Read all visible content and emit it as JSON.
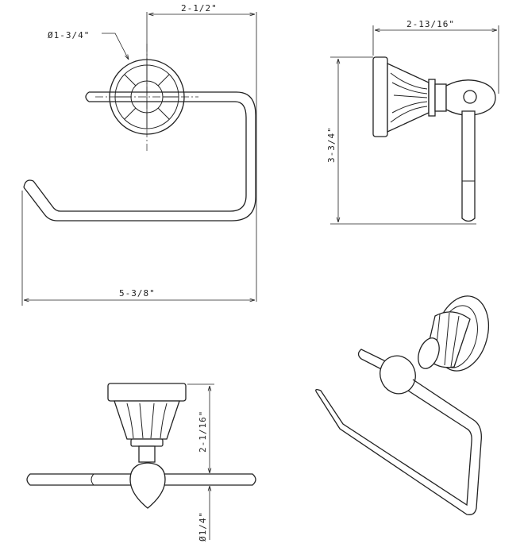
{
  "dimensions": {
    "bar_width": "2-1/2\"",
    "rosette_diameter": "Ø1-3/4\"",
    "overall_width": "5-3/8\"",
    "projection": "2-13/16\"",
    "overall_height": "3-3/4\"",
    "backplate_depth": "2-1/16\"",
    "bar_diameter": "Ø1/4\""
  },
  "views": [
    "front-view",
    "side-view",
    "top-view",
    "isometric-view"
  ]
}
